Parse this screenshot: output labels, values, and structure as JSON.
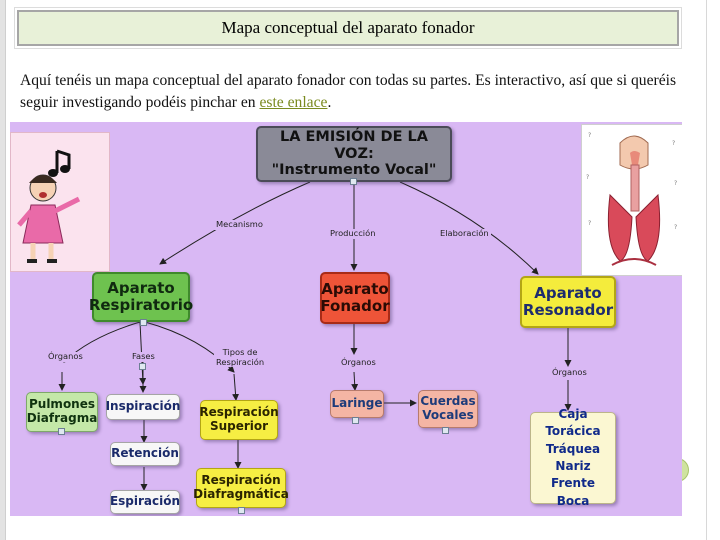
{
  "page": {
    "title": "Mapa conceptual del aparato fonador",
    "intro_text": "Aquí tenéis un mapa conceptual del aparato fonador con todas su partes. Es interactivo, así que si queréis seguir investigando podéis pinchar en ",
    "link_text": "este enlace",
    "intro_end": "."
  },
  "concept_map": {
    "root": {
      "line1": "LA EMISIÓN DE LA VOZ:",
      "line2": "\"Instrumento Vocal\""
    },
    "connectors": {
      "mecanismo": "Mecanismo",
      "produccion": "Producción",
      "elaboracion": "Elaboración",
      "organos_1": "Órganos",
      "fases": "Fases",
      "tipos_resp_1": "Tipos de",
      "tipos_resp_2": "Respiración",
      "organos_2": "Órganos",
      "organos_3": "Órganos"
    },
    "nodes": {
      "respiratorio_1": "Aparato",
      "respiratorio_2": "Respiratorio",
      "fonador_1": "Aparato",
      "fonador_2": "Fonador",
      "resonador_1": "Aparato",
      "resonador_2": "Resonador",
      "pulmones": "Pulmones",
      "diafragma": "Diafragma",
      "inspiracion": "Inspiración",
      "retencion": "Retención",
      "espiracion": "Espiración",
      "resp_superior_1": "Respiración",
      "resp_superior_2": "Superior",
      "resp_diafrag_1": "Respiración",
      "resp_diafrag_2": "Diafragmática",
      "laringe": "Laringe",
      "cuerdas_1": "Cuerdas",
      "cuerdas_2": "Vocales",
      "caja": "Caja Torácica",
      "traquea": "Tráquea",
      "nariz": "Nariz",
      "frente": "Frente",
      "boca": "Boca"
    }
  },
  "colors": {
    "map_background": "#d9b8f4",
    "root": "#8a8a97",
    "respiratorio": "#6ec24f",
    "fonador": "#ee5438",
    "resonador": "#f4ec3c",
    "title_box": "#e8f1d8",
    "link": "#7a8a1f"
  },
  "icons": [
    "singing-girl-illustration",
    "respiratory-anatomy-illustration",
    "attachment-icon"
  ]
}
